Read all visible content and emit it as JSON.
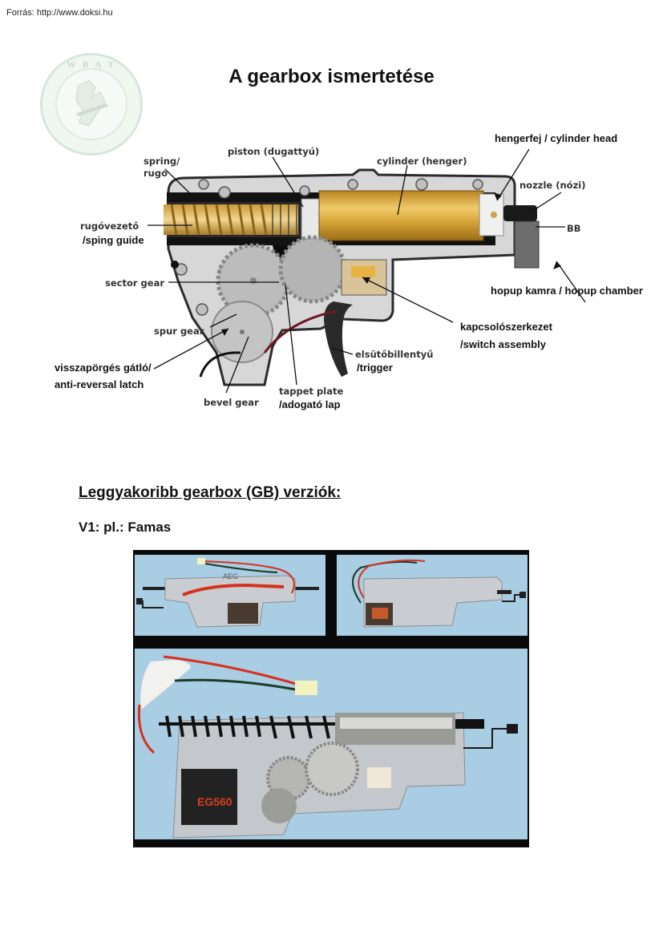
{
  "source_line": "Forrás: http://www.doksi.hu",
  "logo": {
    "text": "W B A T",
    "alt": "club emblem watermark"
  },
  "title": "A gearbox ismertetése",
  "diagram": {
    "labels": {
      "spring": "spring/",
      "spring_hu": "rugó",
      "piston": "piston (dugattyú)",
      "cylinder": "cylinder (henger)",
      "cylinder_head": "hengerfej / cylinder head",
      "nozzle": "nozzle (nózi)",
      "bb": "BB",
      "spring_guide_hu": "rugóvezető",
      "spring_guide": "/sping guide",
      "sector_gear": "sector gear",
      "hopup": "hopup kamra / hopup chamber",
      "spur_gear": "spur gear",
      "switch_hu": "kapcsolószerkezet",
      "switch": "/switch assembly",
      "trigger_hu": "elsütőbillentyű",
      "trigger": "/trigger",
      "anti_reversal_hu": "visszapörgés gátló/",
      "anti_reversal": "anti-reversal latch",
      "tappet_plate": "tappet plate",
      "tappet_plate_hu": "/adogató lap",
      "bevel_gear": "bevel gear"
    },
    "colors": {
      "cylinder": "#d9a83a",
      "body": "#d4d4d4",
      "outline": "#333333",
      "black": "#111111"
    }
  },
  "section_heading": "Leggyakoribb gearbox (GB) verziók:",
  "version": {
    "label": "V1: pl.: Famas",
    "photo_colors": {
      "background": "#a9cde3",
      "frame": "#0a0a0a",
      "metal": "#c9cdd1",
      "wire_red": "#d8301e"
    },
    "motor_label": "EG560"
  }
}
